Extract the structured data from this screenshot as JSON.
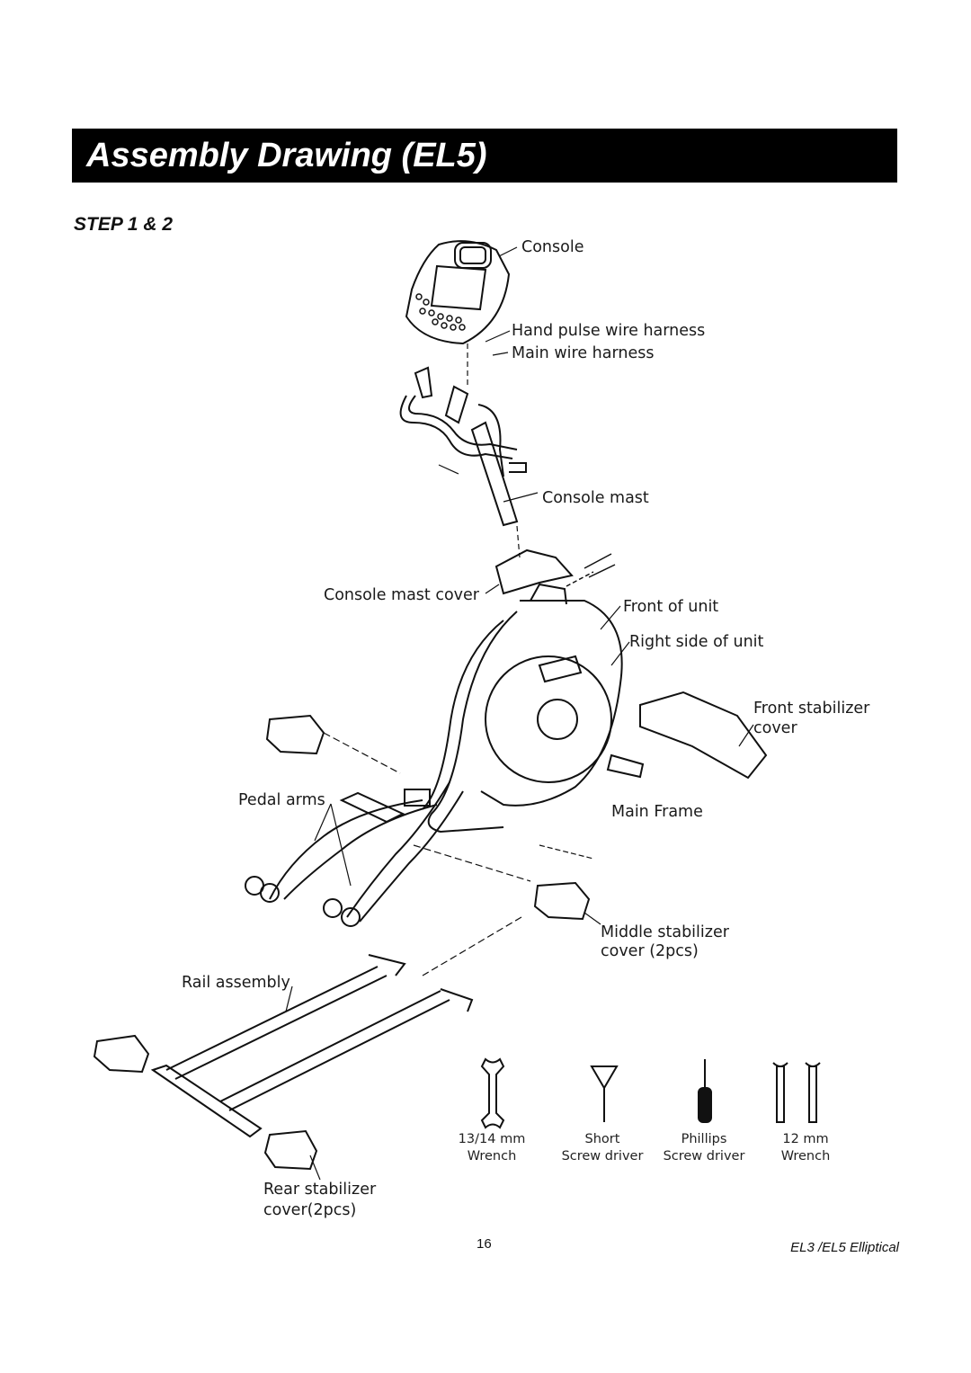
{
  "header": {
    "title": "Assembly Drawing (EL5)"
  },
  "step": "STEP 1 & 2",
  "labels": {
    "console": "Console",
    "hand_pulse": "Hand pulse wire harness",
    "main_wire": "Main wire harness",
    "console_mast": "Console mast",
    "console_mast_cover": "Console mast cover",
    "front_of_unit": "Front of unit",
    "right_side": "Right side of unit",
    "front_stab_1": "Front stabilizer",
    "front_stab_2": "cover",
    "pedal_arms": "Pedal arms",
    "main_frame": "Main Frame",
    "middle_stab_1": "Middle stabilizer",
    "middle_stab_2": "cover (2pcs)",
    "rail_assembly": "Rail assembly",
    "rear_stab_1": "Rear stabilizer",
    "rear_stab_2": "cover(2pcs)"
  },
  "tools": [
    {
      "line1": "13/14 mm",
      "line2": "Wrench"
    },
    {
      "line1": "Short",
      "line2": "Screw driver"
    },
    {
      "line1": "Phillips",
      "line2": "Screw driver"
    },
    {
      "line1": "12 mm",
      "line2": "Wrench"
    }
  ],
  "footer": {
    "page_number": "16",
    "model": "EL3 /EL5 Elliptical"
  }
}
